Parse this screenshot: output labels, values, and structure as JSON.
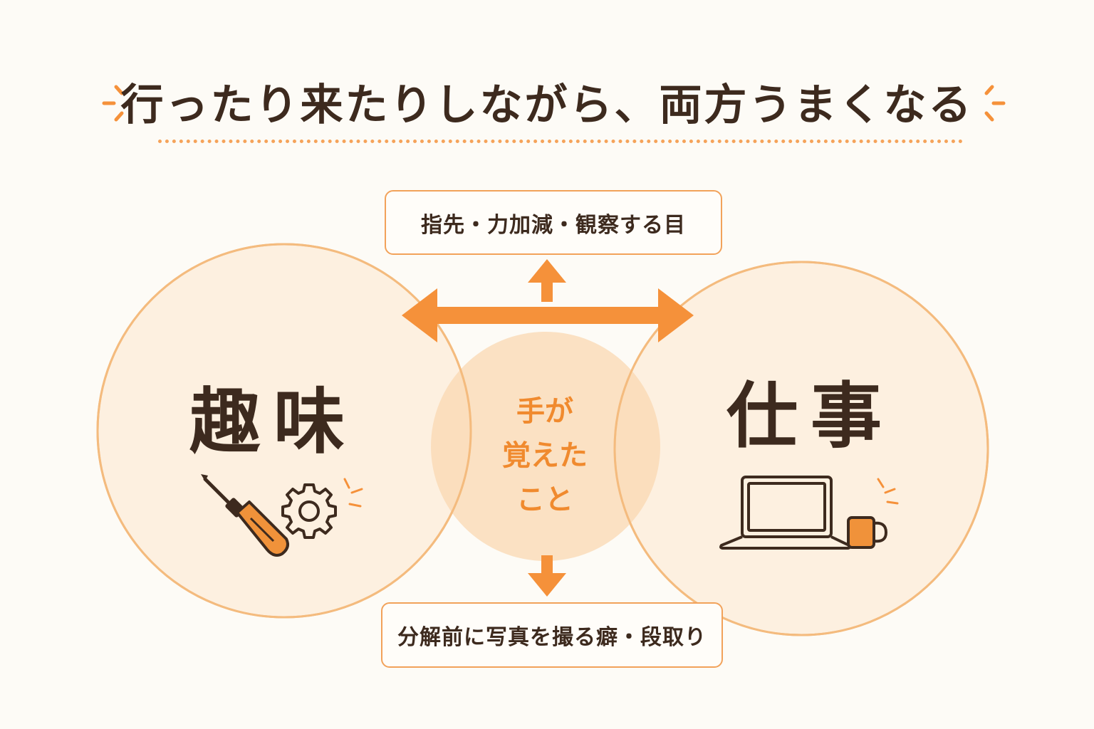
{
  "title": "行ったり来たりしながら、両方うまくなる",
  "top_box": "指先・力加減・観察する目",
  "bottom_box": "分解前に写真を撮る癖・段取り",
  "left_circle": {
    "label": "趣味",
    "icons": [
      "screwdriver-icon",
      "gear-icon"
    ]
  },
  "right_circle": {
    "label": "仕事",
    "icons": [
      "laptop-icon",
      "mug-icon"
    ]
  },
  "center": {
    "lines": [
      "手が",
      "覚えた",
      "こと"
    ]
  },
  "colors": {
    "accent": "#f5913a",
    "circle_fill": "#fdf0e0",
    "circle_stroke": "#f4bb7e",
    "overlap_fill": "#fad8b2",
    "text_dark": "#3d2a1e",
    "center_text": "#f08a2e",
    "background": "#fdfbf6"
  }
}
